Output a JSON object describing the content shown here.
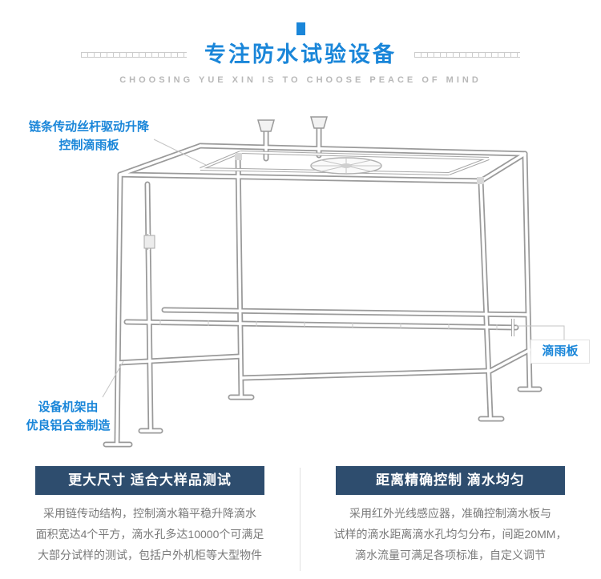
{
  "header": {
    "title": "专注防水试验设备",
    "subtitle": "CHOOSING YUE XIN IS TO CHOOSE PEACE OF MIND"
  },
  "callouts": {
    "top_left": {
      "line1": "链条传动丝杆驱动升降",
      "line2": "控制滴雨板"
    },
    "bottom_left": {
      "line1": "设备机架由",
      "line2": "优良铝合金制造"
    },
    "right": {
      "label": "滴雨板"
    }
  },
  "features": [
    {
      "title": "更大尺寸 适合大样品测试",
      "body": "采用链传动结构，控制滴水箱平稳升降滴水\n面积宽达4个平方，滴水孔多达10000个可满足\n大部分试样的测试，包括户外机柜等大型物件"
    },
    {
      "title": "距离精确控制 滴水均匀",
      "body": "采用红外光线感应器，准确控制滴水板与\n试样的滴水距离滴水孔均匀分布，间距20MM，\n滴水流量可满足各项标准，自定义调节"
    }
  ],
  "colors": {
    "accent_blue": "#1a86d9",
    "feature_bar": "#2e4d6e",
    "line_gray": "#9a9a9a"
  }
}
